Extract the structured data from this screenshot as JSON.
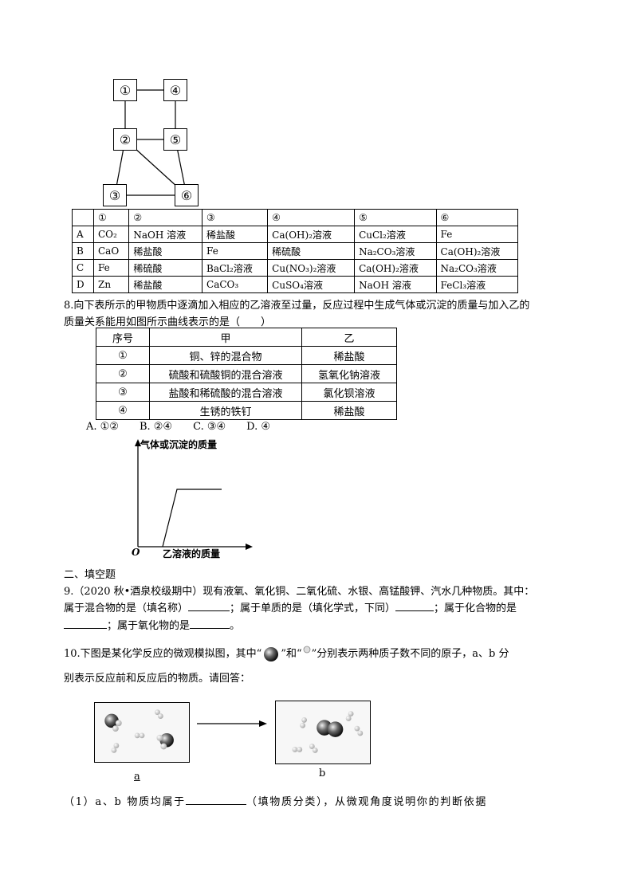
{
  "diagram": {
    "nodes": [
      "①",
      "④",
      "②",
      "⑤",
      "③",
      "⑥"
    ]
  },
  "table1": {
    "header": [
      "",
      "①",
      "②",
      "③",
      "④",
      "⑤",
      "⑥"
    ],
    "rows": [
      [
        "A",
        "CO₂",
        "NaOH 溶液",
        "稀盐酸",
        "Ca(OH)₂溶液",
        "CuCl₂溶液",
        "Fe"
      ],
      [
        "B",
        "CaO",
        "稀盐酸",
        "Fe",
        "稀硫酸",
        "Na₂CO₃溶液",
        "Ca(OH)₂溶液"
      ],
      [
        "C",
        "Fe",
        "稀硫酸",
        "BaCl₂溶液",
        "Cu(NO₃)₂溶液",
        "Ca(OH)₂溶液",
        "Na₂CO₃溶液"
      ],
      [
        "D",
        "Zn",
        "稀盐酸",
        "CaCO₃",
        "CuSO₄溶液",
        "NaOH 溶液",
        "FeCl₃溶液"
      ]
    ]
  },
  "q8": {
    "line1": "8.向下表所示的甲物质中逐滴加入相应的乙溶液至过量，反应过程中生成气体或沉淀的质量与加入乙的",
    "line2": "质量关系能用如图所示曲线表示的是（　　）",
    "table_header": [
      "序号",
      "甲",
      "乙"
    ],
    "table_rows": [
      [
        "①",
        "铜、锌的混合物",
        "稀盐酸"
      ],
      [
        "②",
        "硫酸和硫酸铜的混合溶液",
        "氢氧化钠溶液"
      ],
      [
        "③",
        "盐酸和稀硫酸的混合溶液",
        "氯化钡溶液"
      ],
      [
        "④",
        "生锈的铁钉",
        "稀盐酸"
      ]
    ],
    "options": "A. ①②　　B. ②④　　C. ③④　　D. ④",
    "graph": {
      "ylabel": "气体或沉淀的质量",
      "xlabel": "乙溶液的质量",
      "origin": "O"
    }
  },
  "section2": {
    "title": "二、填空题"
  },
  "q9": {
    "line1": "9.（2020 秋•酒泉校级期中）现有液氧、氧化铜、二氧化硫、水银、高锰酸钾、汽水几种物质。其中：",
    "line2a": "属于混合物的是（填名称）",
    "line2b": "；属于单质的是（填化学式，下同）",
    "line2c": "；属于化合物的是",
    "line3a": "；属于氧化物的是",
    "line3b": "。"
  },
  "q10": {
    "line1a": "10.下图是某化学反应的微观模拟图，其中“",
    "line1b": "”和“",
    "line1c": "”分别表示两种质子数不同的原子，a、b 分",
    "line2": "别表示反应前和反应后的物质。请回答：",
    "label_a": "a",
    "label_b": "b",
    "sub1a": "（1）a、b 物质均属于",
    "sub1b": "（填物质分类），从微观角度说明你的判断依据"
  }
}
